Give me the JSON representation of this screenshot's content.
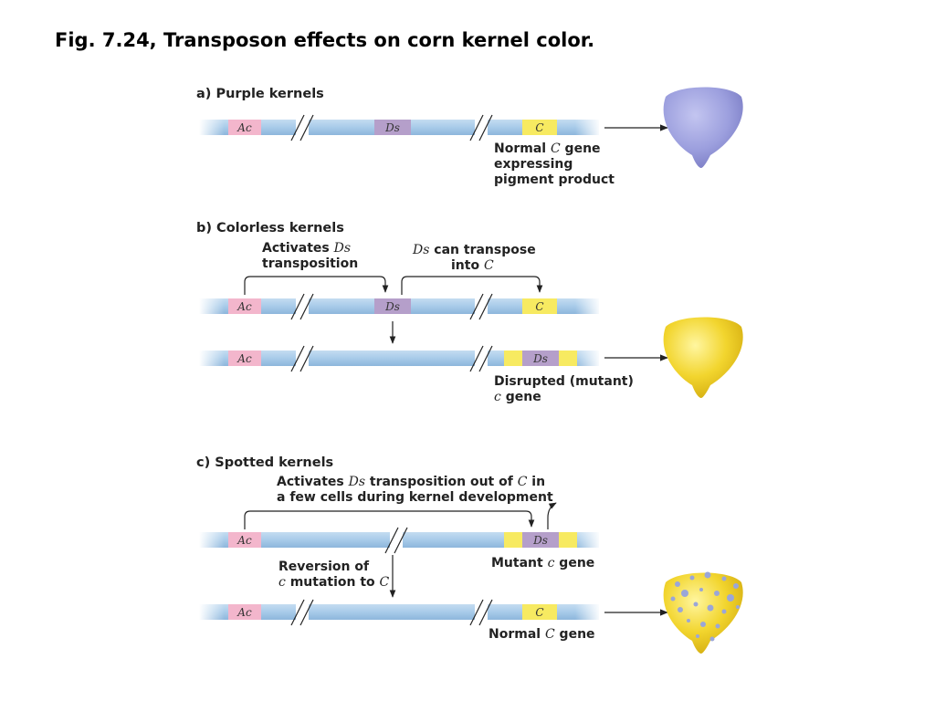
{
  "title": "Fig. 7.24, Transposon effects on corn kernel color.",
  "colors": {
    "dna": "#a8cbe9",
    "ac": "#f3b6cc",
    "ds": "#b59fca",
    "c_gene": "#f7ea61",
    "purple_kernel": "#9c9fde",
    "yellow_kernel": "#f2d52e",
    "spots": "#9aa6d8"
  },
  "segments": {
    "ac": "Ac",
    "ds": "Ds",
    "c_gene": "C"
  },
  "panel_a": {
    "heading": "a) Purple kernels",
    "label_line1_pre": "Normal ",
    "label_line1_gene": "C",
    "label_line1_post": " gene",
    "label_line2": "expressing",
    "label_line3": "pigment product"
  },
  "panel_b": {
    "heading": "b) Colorless kernels",
    "activates_line1_pre": "Activates ",
    "activates_line1_ds": "Ds",
    "activates_line2": "transposition",
    "transpose_line1_ds": "Ds",
    "transpose_line1_post": " can transpose",
    "transpose_line2_pre": "into ",
    "transpose_line2_gene": "C",
    "disrupted_line1": "Disrupted (mutant)",
    "disrupted_line2_gene": "c",
    "disrupted_line2_post": " gene"
  },
  "panel_c": {
    "heading": "c) Spotted kernels",
    "activates_line1_pre": "Activates ",
    "activates_line1_ds": "Ds",
    "activates_line1_mid": " transposition out of ",
    "activates_line1_gene": "C",
    "activates_line1_post": " in",
    "activates_line2": "a few cells during kernel development",
    "mutant_pre": "Mutant ",
    "mutant_gene": "c",
    "mutant_post": " gene",
    "reversion_line1": "Reversion of",
    "reversion_line2_gene": "c",
    "reversion_line2_post": " mutation to ",
    "reversion_line2_end": "C",
    "normal_pre": "Normal ",
    "normal_gene": "C",
    "normal_post": " gene"
  }
}
